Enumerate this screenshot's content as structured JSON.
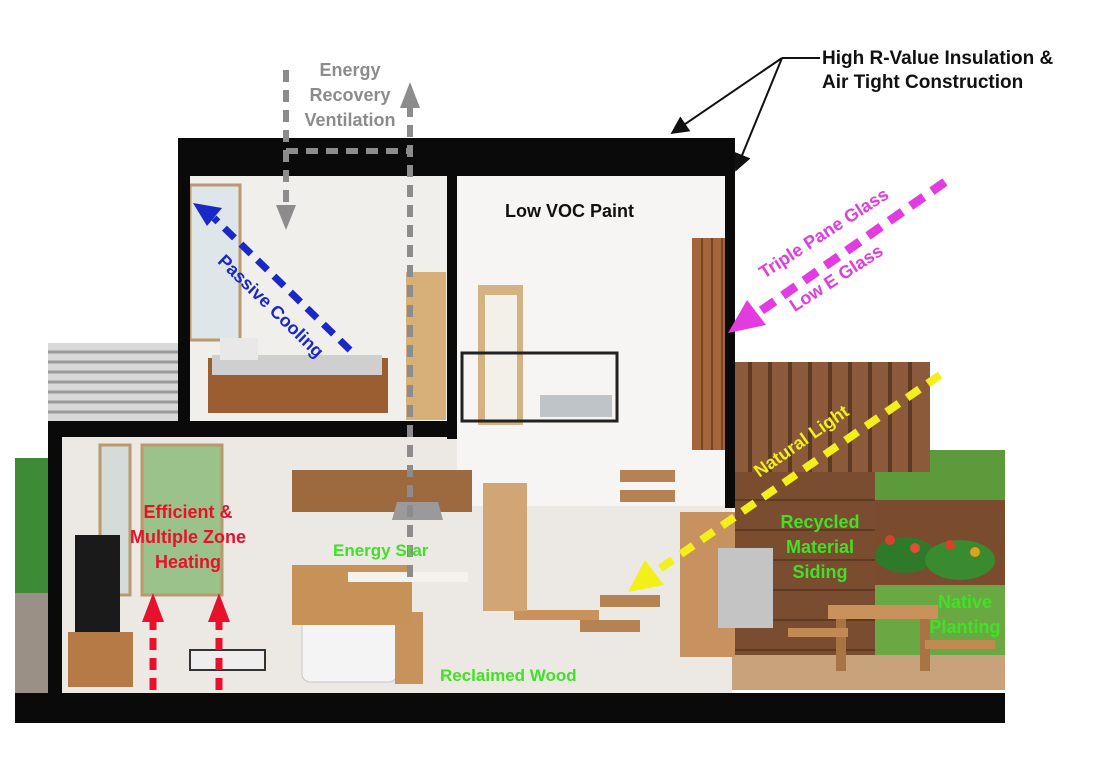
{
  "labels": {
    "insulation_line1": "High R-Value Insulation &",
    "insulation_line2": "Air Tight Construction",
    "erv_line1": "Energy",
    "erv_line2": "Recovery",
    "erv_line3": "Ventilation",
    "low_voc": "Low VOC Paint",
    "passive_cooling": "Passive Cooling",
    "triple_pane": "Triple Pane Glass",
    "low_e": "Low E Glass",
    "natural_light": "Natural Light",
    "heating_line1": "Efficient &",
    "heating_line2": "Multiple Zone",
    "heating_line3": "Heating",
    "energy_star": "Energy Star",
    "recycled_line1": "Recycled",
    "recycled_line2": "Material",
    "recycled_line3": "Siding",
    "native_line1": "Native",
    "native_line2": "Planting",
    "reclaimed_wood": "Reclaimed Wood"
  },
  "colors": {
    "structure": "#0a0a0a",
    "insulation_text": "#111111",
    "erv": "#8c8c8c",
    "passive_cooling": "#1a28c8",
    "glass": "#e23be0",
    "natural_light": "#f2ef1a",
    "heating": "#e8102a",
    "green_label": "#42e026"
  }
}
